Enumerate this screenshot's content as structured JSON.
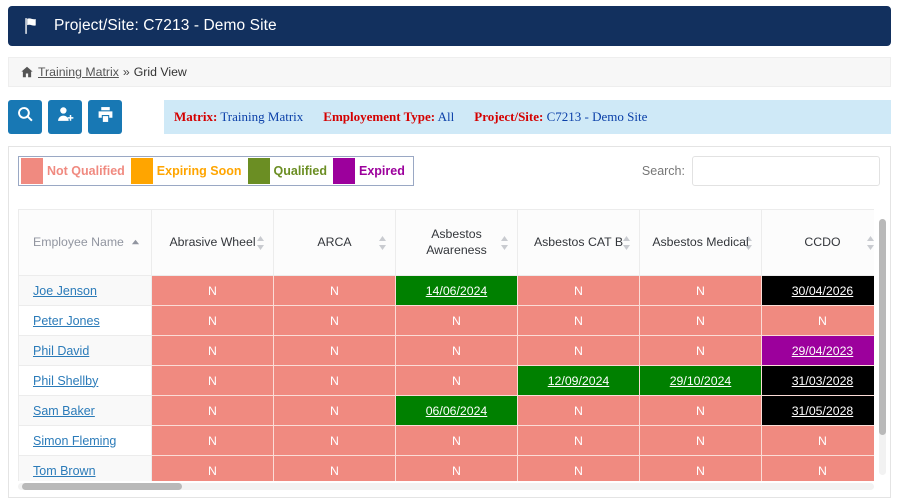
{
  "titlebar": {
    "icon": "flag-icon",
    "title": "Project/Site: C7213 - Demo Site"
  },
  "breadcrumb": {
    "home_icon": "home-icon",
    "link": "Training Matrix",
    "separator": "»",
    "current": "Grid View"
  },
  "toolbar": {
    "buttons": [
      {
        "name": "search-button",
        "icon": "search-icon"
      },
      {
        "name": "add-user-button",
        "icon": "add-user-icon"
      },
      {
        "name": "print-button",
        "icon": "print-icon"
      }
    ],
    "filters": [
      {
        "label": "Matrix:",
        "value": "Training Matrix"
      },
      {
        "label": "Employement Type:",
        "value": "All"
      },
      {
        "label": "Project/Site:",
        "value": "C7213 - Demo Site"
      }
    ],
    "filter_label_color": "#d40000",
    "filter_value_color": "#0a3fa8",
    "filter_bg": "#cfe9f7"
  },
  "legend": [
    {
      "label": "Not Qualified",
      "color": "#f08a80"
    },
    {
      "label": "Expiring Soon",
      "color": "#ffa500"
    },
    {
      "label": "Qualified",
      "color": "#6b8e23"
    },
    {
      "label": "Expired",
      "color": "#9c009c"
    }
  ],
  "search": {
    "label": "Search:",
    "value": "",
    "placeholder": ""
  },
  "table": {
    "columns": [
      {
        "label": "Employee Name",
        "sort": "asc"
      },
      {
        "label": "Abrasive Wheel",
        "sort": "both"
      },
      {
        "label": "ARCA",
        "sort": "both"
      },
      {
        "label": "Asbestos Awareness",
        "sort": "both"
      },
      {
        "label": "Asbestos CAT B",
        "sort": "both"
      },
      {
        "label": "Asbestos Medical",
        "sort": "both"
      },
      {
        "label": "CCDO",
        "sort": "both"
      }
    ],
    "rows": [
      {
        "name": "Joe Jenson",
        "cells": [
          {
            "text": "N",
            "status": "not"
          },
          {
            "text": "N",
            "status": "not"
          },
          {
            "text": "14/06/2024",
            "status": "qual"
          },
          {
            "text": "N",
            "status": "not"
          },
          {
            "text": "N",
            "status": "not"
          },
          {
            "text": "30/04/2026",
            "status": "blk"
          },
          {
            "text": "",
            "status": "not"
          }
        ]
      },
      {
        "name": "Peter Jones",
        "cells": [
          {
            "text": "N",
            "status": "not"
          },
          {
            "text": "N",
            "status": "not"
          },
          {
            "text": "N",
            "status": "not"
          },
          {
            "text": "N",
            "status": "not"
          },
          {
            "text": "N",
            "status": "not"
          },
          {
            "text": "N",
            "status": "not"
          },
          {
            "text": "",
            "status": "not"
          }
        ]
      },
      {
        "name": "Phil David",
        "cells": [
          {
            "text": "N",
            "status": "not"
          },
          {
            "text": "N",
            "status": "not"
          },
          {
            "text": "N",
            "status": "not"
          },
          {
            "text": "N",
            "status": "not"
          },
          {
            "text": "N",
            "status": "not"
          },
          {
            "text": "29/04/2023",
            "status": "exp"
          },
          {
            "text": "",
            "status": "not"
          }
        ]
      },
      {
        "name": "Phil Shellby",
        "cells": [
          {
            "text": "N",
            "status": "not"
          },
          {
            "text": "N",
            "status": "not"
          },
          {
            "text": "N",
            "status": "not"
          },
          {
            "text": "12/09/2024",
            "status": "qual"
          },
          {
            "text": "29/10/2024",
            "status": "qual"
          },
          {
            "text": "31/03/2028",
            "status": "blk"
          },
          {
            "text": "",
            "status": "not"
          }
        ]
      },
      {
        "name": "Sam Baker",
        "cells": [
          {
            "text": "N",
            "status": "not"
          },
          {
            "text": "N",
            "status": "not"
          },
          {
            "text": "06/06/2024",
            "status": "qual"
          },
          {
            "text": "N",
            "status": "not"
          },
          {
            "text": "N",
            "status": "not"
          },
          {
            "text": "31/05/2028",
            "status": "blk"
          },
          {
            "text": "",
            "status": "not"
          }
        ]
      },
      {
        "name": "Simon Fleming",
        "cells": [
          {
            "text": "N",
            "status": "not"
          },
          {
            "text": "N",
            "status": "not"
          },
          {
            "text": "N",
            "status": "not"
          },
          {
            "text": "N",
            "status": "not"
          },
          {
            "text": "N",
            "status": "not"
          },
          {
            "text": "N",
            "status": "not"
          },
          {
            "text": "",
            "status": "not"
          }
        ]
      },
      {
        "name": "Tom Brown",
        "cells": [
          {
            "text": "N",
            "status": "not"
          },
          {
            "text": "N",
            "status": "not"
          },
          {
            "text": "N",
            "status": "not"
          },
          {
            "text": "N",
            "status": "not"
          },
          {
            "text": "N",
            "status": "not"
          },
          {
            "text": "N",
            "status": "not"
          },
          {
            "text": "",
            "status": "not"
          }
        ]
      }
    ]
  },
  "colors": {
    "header_bar": "#12305e",
    "button_blue": "#1878b4",
    "not_qualified": "#f08a80",
    "qualified": "#008000",
    "expired": "#9c009c",
    "black_cell": "#000000",
    "link_blue": "#2b7bb9"
  }
}
